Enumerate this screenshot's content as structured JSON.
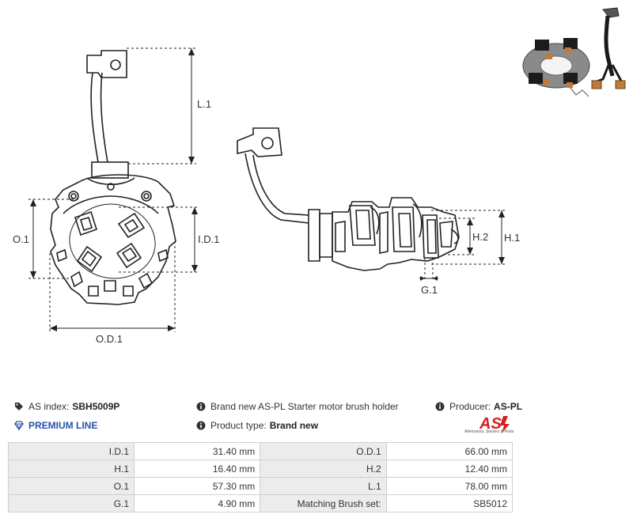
{
  "dimensions": {
    "l1": "L.1",
    "o1": "O.1",
    "id1": "I.D.1",
    "od1": "O.D.1",
    "h1": "H.1",
    "h2": "H.2",
    "g1": "G.1"
  },
  "info": {
    "as_index_label": "AS index:",
    "as_index_value": "SBH5009P",
    "description": "Brand new AS-PL Starter motor brush holder",
    "producer_label": "Producer:",
    "producer_value": "AS-PL",
    "premium": "PREMIUM LINE",
    "product_type_label": "Product type:",
    "product_type_value": "Brand new",
    "logo_text": "AS",
    "logo_tagline": "Alternators, Starters & Parts"
  },
  "colors": {
    "premium": "#2a52a8",
    "logo_red": "#d6201f",
    "table_label_bg": "#ececec",
    "table_border": "#cfcfcf"
  },
  "specs": [
    {
      "label1": "I.D.1",
      "value1": "31.40 mm",
      "label2": "O.D.1",
      "value2": "66.00 mm"
    },
    {
      "label1": "H.1",
      "value1": "16.40 mm",
      "label2": "H.2",
      "value2": "12.40 mm"
    },
    {
      "label1": "O.1",
      "value1": "57.30 mm",
      "label2": "L.1",
      "value2": "78.00 mm"
    },
    {
      "label1": "G.1",
      "value1": "4.90 mm",
      "label2": "Matching Brush set:",
      "value2": "SB5012"
    }
  ]
}
